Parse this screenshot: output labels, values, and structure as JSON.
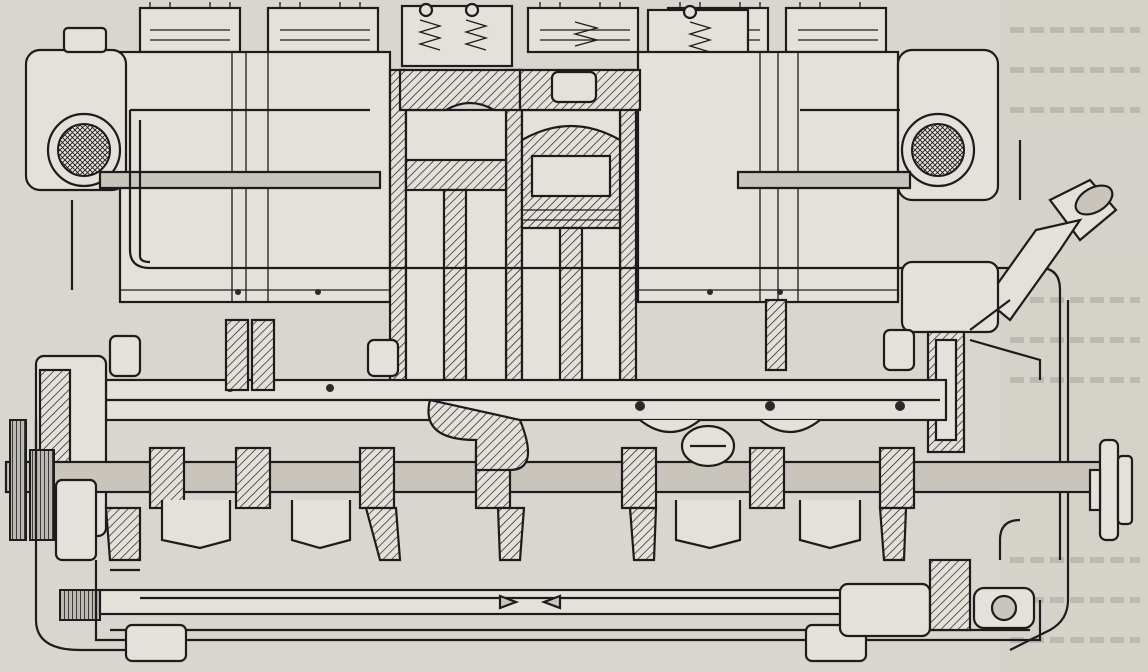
{
  "figure": {
    "kind": "engine-cross-section-drawing",
    "background_color": "#d9d6cf",
    "ink_color": "#1c1c1c",
    "cylinders": 6,
    "sectioned_cylinders": [
      3,
      4
    ]
  }
}
